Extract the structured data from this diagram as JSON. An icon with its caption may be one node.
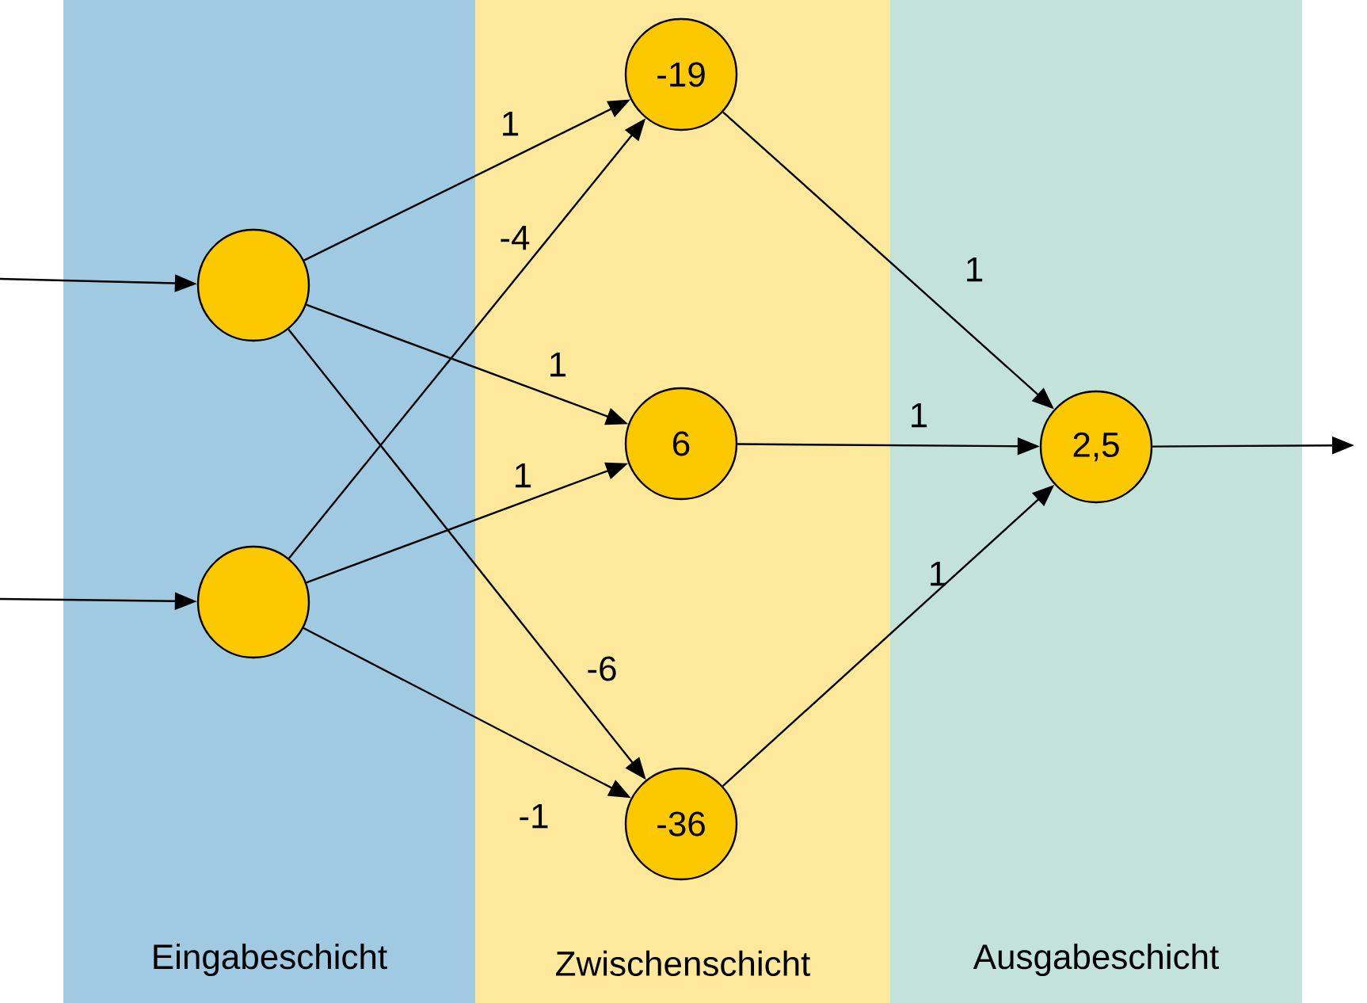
{
  "diagram": {
    "nodes": [
      {
        "text": [
          "Eingabeschicht"
        ]
      },
      {
        "text": [],
        "shape": "circle",
        "in": 0
      },
      {
        "text": [],
        "shape": "circle",
        "in": 0
      },
      {
        "text": [
          "Zwischenschicht"
        ]
      },
      {
        "text": [
          "-19"
        ],
        "in": 3
      },
      {
        "text": [
          "6"
        ],
        "in": 3
      },
      {
        "text": [
          "-36"
        ],
        "in": 3
      },
      {
        "text": [
          "Ausgabeschicht"
        ]
      },
      {
        "text": [
          "2,5"
        ],
        "in": 7
      }
    ],
    "edges": [
      {
        "from": null,
        "to": 1,
        "arrow": "to"
      },
      {
        "from": null,
        "to": 2,
        "arrow": "to"
      },
      {
        "from": 1,
        "to": 4,
        "arrow": "to",
        "label": "1"
      },
      {
        "from": 1,
        "to": 5,
        "arrow": "to",
        "label": "1"
      },
      {
        "from": 1,
        "to": 6,
        "arrow": "to",
        "label": "-6"
      },
      {
        "from": 2,
        "to": 4,
        "arrow": "to",
        "label": "-4"
      },
      {
        "from": 2,
        "to": 5,
        "arrow": "to",
        "label": "1"
      },
      {
        "from": 2,
        "to": 6,
        "arrow": "to",
        "label": "-1"
      },
      {
        "from": 4,
        "to": 8,
        "arrow": "to",
        "label": "1"
      },
      {
        "from": 5,
        "to": 8,
        "arrow": "to",
        "label": "1"
      },
      {
        "from": 6,
        "to": 8,
        "arrow": "to",
        "label": "1"
      },
      {
        "from": 8,
        "to": null,
        "arrow": "to"
      }
    ]
  }
}
